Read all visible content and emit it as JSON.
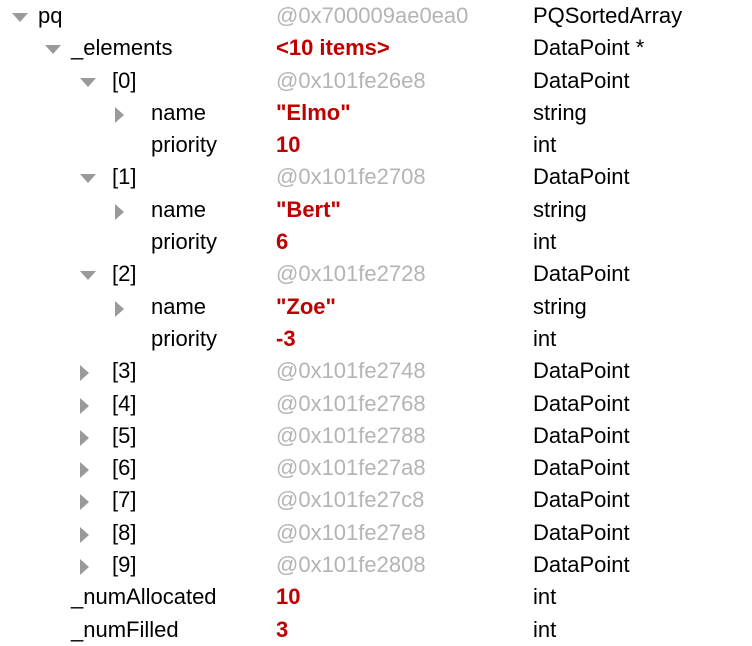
{
  "panel": {
    "name": "variables-inspector",
    "background": "#ffffff",
    "colors": {
      "name_text": "#000000",
      "type_text": "#000000",
      "address_value": "#b4b4b4",
      "literal_value": "#c00000",
      "disclosure_triangle": "#9a9a9a"
    }
  },
  "icons": {
    "expanded": "disclosure-triangle-down-icon",
    "collapsed": "disclosure-triangle-right-icon",
    "none": "no-disclosure-icon"
  },
  "rows": [
    {
      "level": 0,
      "twisty": "open",
      "name": "pq",
      "value": "@0x700009ae0ea0",
      "value_kind": "addr",
      "type": "PQSortedArray"
    },
    {
      "level": 1,
      "twisty": "open",
      "name": "_elements",
      "value": "<10 items>",
      "value_kind": "lit",
      "type": "DataPoint *"
    },
    {
      "level": 2,
      "twisty": "open",
      "name": "[0]",
      "value": "@0x101fe26e8",
      "value_kind": "addr",
      "type": "DataPoint"
    },
    {
      "level": 3,
      "twisty": "closed",
      "name": "name",
      "value": "\"Elmo\"",
      "value_kind": "lit",
      "type": "string"
    },
    {
      "level": 3,
      "twisty": "none",
      "name": "priority",
      "value": "10",
      "value_kind": "lit",
      "type": "int"
    },
    {
      "level": 2,
      "twisty": "open",
      "name": "[1]",
      "value": "@0x101fe2708",
      "value_kind": "addr",
      "type": "DataPoint"
    },
    {
      "level": 3,
      "twisty": "closed",
      "name": "name",
      "value": "\"Bert\"",
      "value_kind": "lit",
      "type": "string"
    },
    {
      "level": 3,
      "twisty": "none",
      "name": "priority",
      "value": "6",
      "value_kind": "lit",
      "type": "int"
    },
    {
      "level": 2,
      "twisty": "open",
      "name": "[2]",
      "value": "@0x101fe2728",
      "value_kind": "addr",
      "type": "DataPoint"
    },
    {
      "level": 3,
      "twisty": "closed",
      "name": "name",
      "value": "\"Zoe\"",
      "value_kind": "lit",
      "type": "string"
    },
    {
      "level": 3,
      "twisty": "none",
      "name": "priority",
      "value": "-3",
      "value_kind": "lit",
      "type": "int"
    },
    {
      "level": 2,
      "twisty": "closed",
      "name": "[3]",
      "value": "@0x101fe2748",
      "value_kind": "addr",
      "type": "DataPoint"
    },
    {
      "level": 2,
      "twisty": "closed",
      "name": "[4]",
      "value": "@0x101fe2768",
      "value_kind": "addr",
      "type": "DataPoint"
    },
    {
      "level": 2,
      "twisty": "closed",
      "name": "[5]",
      "value": "@0x101fe2788",
      "value_kind": "addr",
      "type": "DataPoint"
    },
    {
      "level": 2,
      "twisty": "closed",
      "name": "[6]",
      "value": "@0x101fe27a8",
      "value_kind": "addr",
      "type": "DataPoint"
    },
    {
      "level": 2,
      "twisty": "closed",
      "name": "[7]",
      "value": "@0x101fe27c8",
      "value_kind": "addr",
      "type": "DataPoint"
    },
    {
      "level": 2,
      "twisty": "closed",
      "name": "[8]",
      "value": "@0x101fe27e8",
      "value_kind": "addr",
      "type": "DataPoint"
    },
    {
      "level": 2,
      "twisty": "closed",
      "name": "[9]",
      "value": "@0x101fe2808",
      "value_kind": "addr",
      "type": "DataPoint"
    },
    {
      "level": 1,
      "twisty": "none",
      "name": "_numAllocated",
      "value": "10",
      "value_kind": "lit",
      "type": "int"
    },
    {
      "level": 1,
      "twisty": "none",
      "name": "_numFilled",
      "value": "3",
      "value_kind": "lit",
      "type": "int"
    }
  ]
}
